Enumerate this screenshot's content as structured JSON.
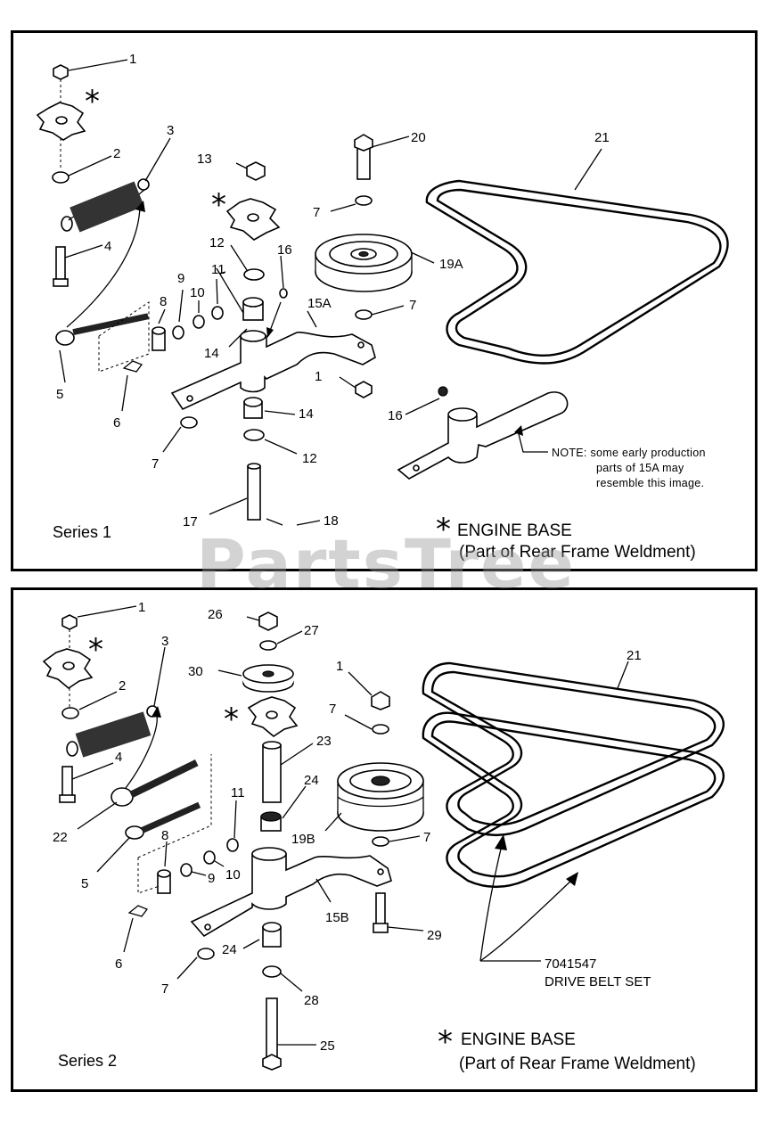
{
  "watermark": "PartsTree",
  "series1": {
    "title": "Series 1",
    "engine_base": "ENGINE BASE",
    "engine_base_sub": "(Part of Rear Frame Weldment)",
    "note_line1": "NOTE: some early production",
    "note_line2": "parts of 15A  may",
    "note_line3": "resemble this image.",
    "callouts": {
      "c1a": "1",
      "c2": "2",
      "c3": "3",
      "c4": "4",
      "c5": "5",
      "c6": "6",
      "c7a": "7",
      "c8": "8",
      "c9": "9",
      "c10": "10",
      "c11": "11",
      "c12a": "12",
      "c13": "13",
      "c14a": "14",
      "c15a": "15A",
      "c16a": "16",
      "c7b": "7",
      "c19a": "19A",
      "c7c": "7",
      "c1b": "1",
      "c20": "20",
      "c21": "21",
      "c16b": "16",
      "c14b": "14",
      "c12b": "12",
      "c17": "17",
      "c18": "18"
    }
  },
  "series2": {
    "title": "Series 2",
    "engine_base": "ENGINE BASE",
    "engine_base_sub": "(Part of Rear Frame Weldment)",
    "belt_set_number": "7041547",
    "belt_set_label": "DRIVE BELT SET",
    "callouts": {
      "c1a": "1",
      "c2": "2",
      "c3": "3",
      "c4": "4",
      "c22": "22",
      "c5": "5",
      "c8": "8",
      "c9": "9",
      "c10": "10",
      "c11": "11",
      "c6": "6",
      "c7a": "7",
      "c26": "26",
      "c27": "27",
      "c30": "30",
      "c23": "23",
      "c24a": "24",
      "c19b": "19B",
      "c1b": "1",
      "c7b": "7",
      "c7c": "7",
      "c15b": "15B",
      "c24b": "24",
      "c28": "28",
      "c25": "25",
      "c29": "29",
      "c21": "21"
    }
  }
}
